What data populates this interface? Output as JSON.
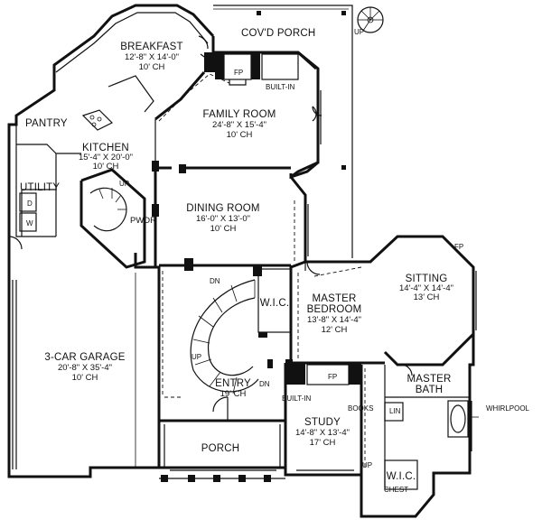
{
  "rooms": {
    "porch_covered": {
      "name": "COV'D PORCH"
    },
    "breakfast": {
      "name": "BREAKFAST",
      "size": "12'-8\" X 14'-0\"",
      "ceiling": "10' CH"
    },
    "family_room": {
      "name": "FAMILY ROOM",
      "size": "24'-8\" X 15'-4\"",
      "ceiling": "10' CH"
    },
    "kitchen": {
      "name": "KITCHEN",
      "size": "15'-4\" X 20'-0\"",
      "ceiling": "10' CH"
    },
    "pantry": {
      "name": "PANTRY"
    },
    "utility": {
      "name": "UTILITY"
    },
    "dining_room": {
      "name": "DINING ROOM",
      "size": "16'-0\" X 13'-0\"",
      "ceiling": "10' CH"
    },
    "powder": {
      "name": "PWDR"
    },
    "sitting": {
      "name": "SITTING",
      "size": "14'-4\" X 14'-4\"",
      "ceiling": "13' CH"
    },
    "master_bedroom": {
      "name_line1": "MASTER",
      "name_line2": "BEDROOM",
      "size": "13'-8\" X 14'-4\"",
      "ceiling": "12' CH"
    },
    "wic_upper": {
      "name": "W.I.C."
    },
    "garage": {
      "name": "3-CAR GARAGE",
      "size": "20'-8\" X 35'-4\"",
      "ceiling": "10' CH"
    },
    "entry": {
      "name": "ENTRY",
      "ceiling": "19' CH"
    },
    "master_bath": {
      "name_line1": "MASTER",
      "name_line2": "BATH"
    },
    "study": {
      "name": "STUDY",
      "size": "14'-8\" X 13'-4\"",
      "ceiling": "17' CH"
    },
    "porch_front": {
      "name": "PORCH"
    },
    "wic_lower": {
      "name": "W.I.C."
    }
  },
  "labels": {
    "fp_family": "FP",
    "builtin_family": "BUILT-IN",
    "fp_study": "FP",
    "builtin_study": "BUILT-IN",
    "fp_sitting": "FP",
    "books": "BOOKS",
    "lin": "LIN",
    "whirlpool": "WHIRLPOOL",
    "chest": "CHEST",
    "dryer": "D",
    "washer": "W",
    "up_porch": "UP",
    "up_kitchen": "UP",
    "dn_entry": "DN",
    "up_entry": "UP",
    "dn_hall": "DN",
    "up_study": "UP"
  }
}
